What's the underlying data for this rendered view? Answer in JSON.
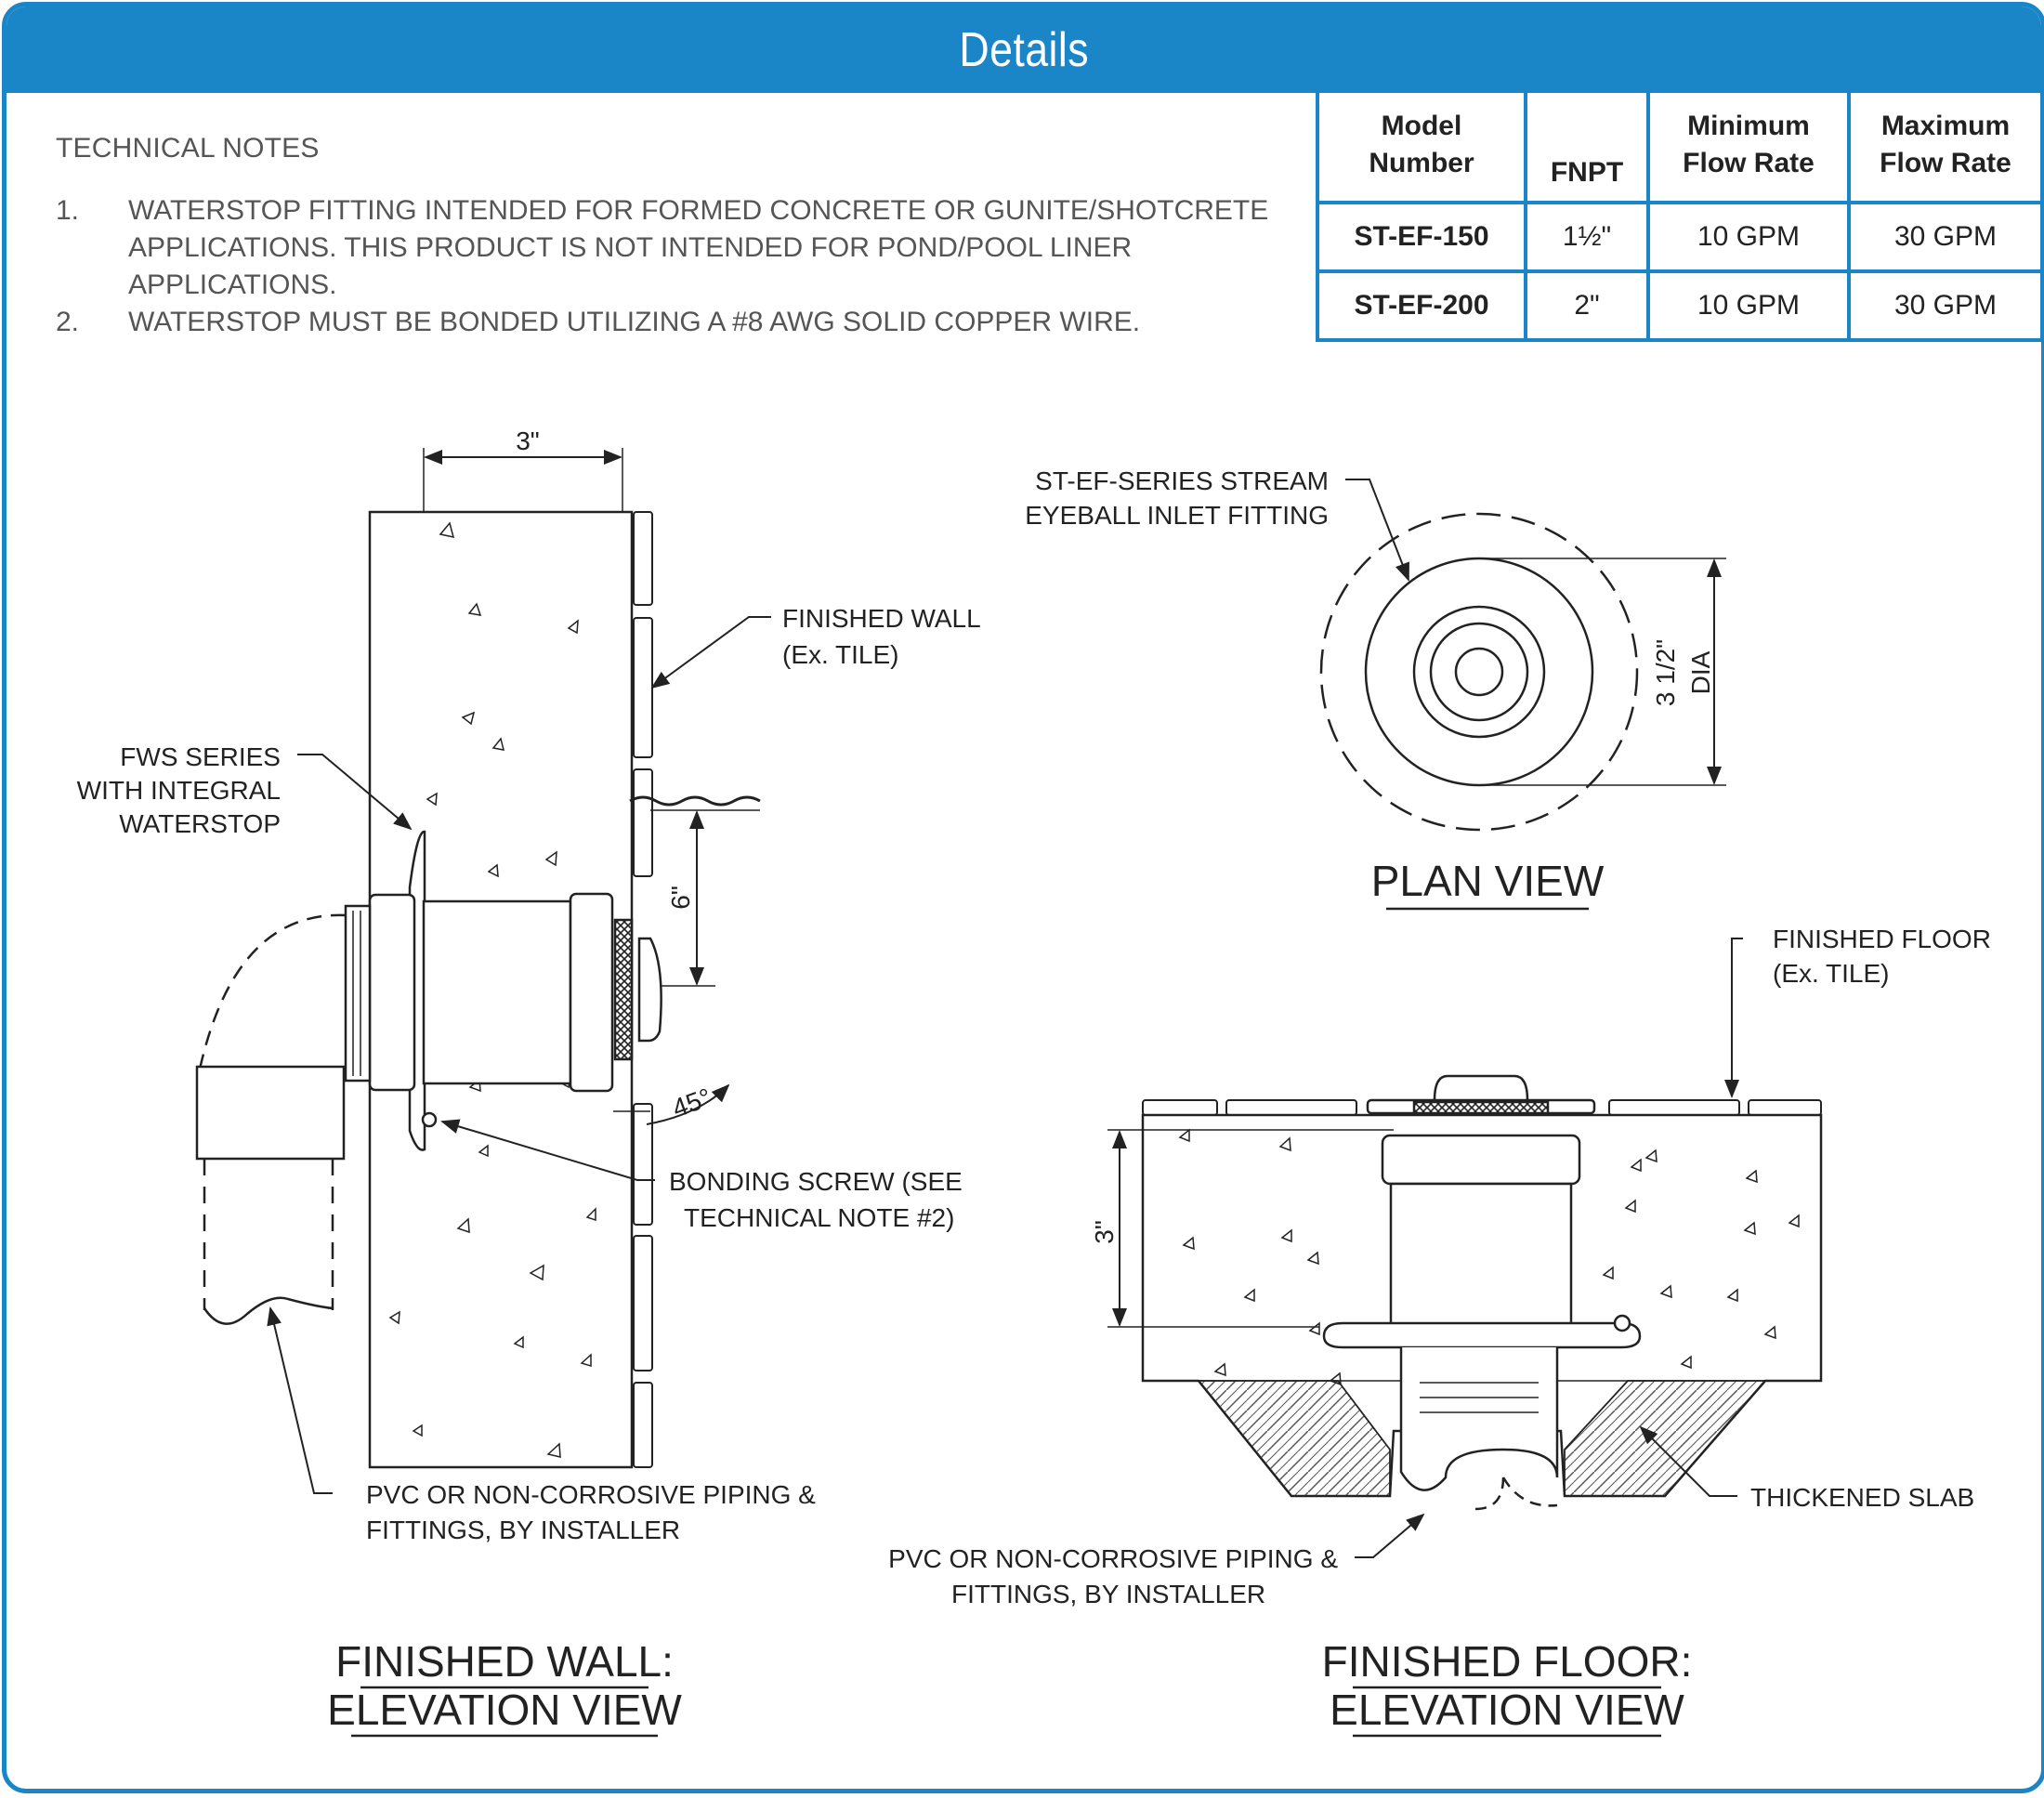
{
  "header": {
    "title": "Details"
  },
  "technical_notes": {
    "heading": "TECHNICAL NOTES",
    "items": [
      {
        "number": "1.",
        "text": "WATERSTOP FITTING INTENDED FOR FORMED CONCRETE OR GUNITE/SHOTCRETE APPLICATIONS. THIS PRODUCT IS NOT INTENDED FOR POND/POOL LINER APPLICATIONS."
      },
      {
        "number": "2.",
        "text": "WATERSTOP MUST BE BONDED UTILIZING A #8 AWG SOLID COPPER WIRE."
      }
    ]
  },
  "spec_table": {
    "headers": {
      "model_line1": "Model",
      "model_line2": "Number",
      "fnpt": "FNPT",
      "min_line1": "Minimum",
      "min_line2": "Flow Rate",
      "max_line1": "Maximum",
      "max_line2": "Flow Rate"
    },
    "rows": [
      {
        "model": "ST-EF-150",
        "fnpt": "1½\"",
        "min_flow": "10 GPM",
        "max_flow": "30 GPM"
      },
      {
        "model": "ST-EF-200",
        "fnpt": "2\"",
        "min_flow": "10 GPM",
        "max_flow": "30 GPM"
      }
    ]
  },
  "wall_view": {
    "dim_width": "3\"",
    "dim_height": "6\"",
    "angle": "45°",
    "label_finished_wall_1": "FINISHED WALL",
    "label_finished_wall_2": "(Ex. TILE)",
    "label_fws_1": "FWS SERIES",
    "label_fws_2": "WITH INTEGRAL",
    "label_fws_3": "WATERSTOP",
    "label_bonding_1": "BONDING SCREW (SEE",
    "label_bonding_2": "TECHNICAL NOTE #2)",
    "label_pvc_1": "PVC OR NON-CORROSIVE PIPING &",
    "label_pvc_2": "FITTINGS, BY INSTALLER",
    "title_1": "FINISHED WALL:",
    "title_2": "ELEVATION VIEW"
  },
  "plan_view": {
    "label_fitting_1": "ST-EF-SERIES STREAM",
    "label_fitting_2": "EYEBALL INLET FITTING",
    "dim_diameter_1": "3 1/2\"",
    "dim_diameter_2": "DIA",
    "title": "PLAN VIEW"
  },
  "floor_view": {
    "label_finished_floor_1": "FINISHED FLOOR",
    "label_finished_floor_2": "(Ex. TILE)",
    "dim_depth": "3\"",
    "label_slab": "THICKENED SLAB",
    "label_pvc_1": "PVC OR NON-CORROSIVE PIPING &",
    "label_pvc_2": "FITTINGS, BY INSTALLER",
    "title_1": "FINISHED FLOOR:",
    "title_2": "ELEVATION VIEW"
  },
  "colors": {
    "accent": "#1a86c7",
    "line": "#222222",
    "note_text": "#555555"
  }
}
